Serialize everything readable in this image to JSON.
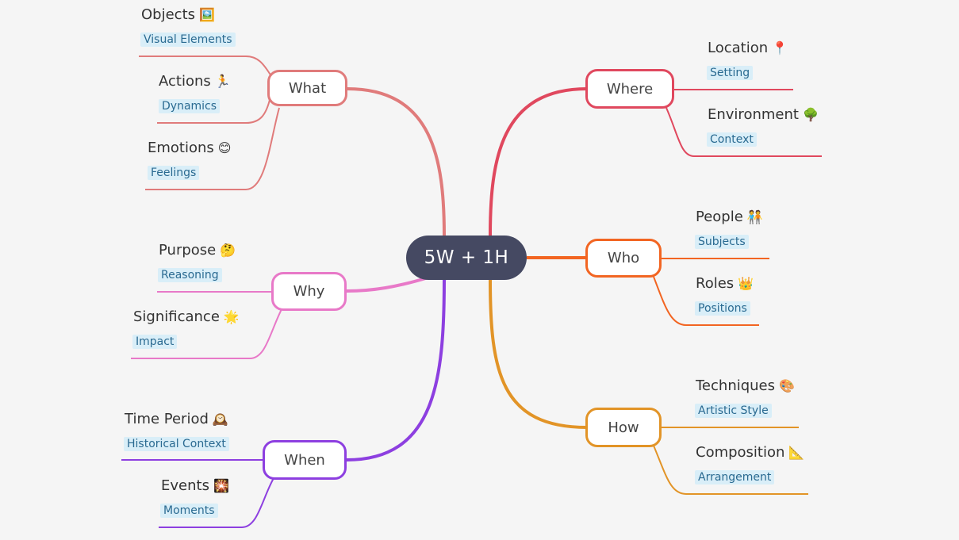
{
  "center": {
    "label": "5W + 1H"
  },
  "branches": {
    "what": {
      "label": "What",
      "color": "#e07b7b"
    },
    "why": {
      "label": "Why",
      "color": "#e879c8"
    },
    "when": {
      "label": "When",
      "color": "#8d3fe0"
    },
    "where": {
      "label": "Where",
      "color": "#e0485e"
    },
    "who": {
      "label": "Who",
      "color": "#f26522"
    },
    "how": {
      "label": "How",
      "color": "#e29427"
    }
  },
  "leaves": {
    "objects": {
      "title": "Objects",
      "icon": "🖼️",
      "icon_name": "framed-picture-icon",
      "tag": "Visual Elements"
    },
    "actions": {
      "title": "Actions",
      "icon": "🏃",
      "icon_name": "runner-icon",
      "tag": "Dynamics"
    },
    "emotions": {
      "title": "Emotions",
      "icon": "😊",
      "icon_name": "smiling-face-icon",
      "tag": "Feelings"
    },
    "purpose": {
      "title": "Purpose",
      "icon": "🤔",
      "icon_name": "thinking-face-icon",
      "tag": "Reasoning"
    },
    "significance": {
      "title": "Significance",
      "icon": "🌟",
      "icon_name": "glowing-star-icon",
      "tag": "Impact"
    },
    "time_period": {
      "title": "Time Period",
      "icon": "🕰️",
      "icon_name": "mantelpiece-clock-icon",
      "tag": "Historical Context"
    },
    "events": {
      "title": "Events",
      "icon": "🎇",
      "icon_name": "sparkler-icon",
      "tag": "Moments"
    },
    "location": {
      "title": "Location",
      "icon": "📍",
      "icon_name": "pin-icon",
      "tag": "Setting"
    },
    "environment": {
      "title": "Environment",
      "icon": "🌳",
      "icon_name": "tree-icon",
      "tag": "Context"
    },
    "people": {
      "title": "People",
      "icon": "🧑‍🤝‍🧑",
      "icon_name": "people-holding-hands-icon",
      "tag": "Subjects"
    },
    "roles": {
      "title": "Roles",
      "icon": "👑",
      "icon_name": "crown-icon",
      "tag": "Positions"
    },
    "techniques": {
      "title": "Techniques",
      "icon": "🎨",
      "icon_name": "palette-icon",
      "tag": "Artistic Style"
    },
    "composition": {
      "title": "Composition",
      "icon": "📐",
      "icon_name": "triangular-ruler-icon",
      "tag": "Arrangement"
    }
  }
}
